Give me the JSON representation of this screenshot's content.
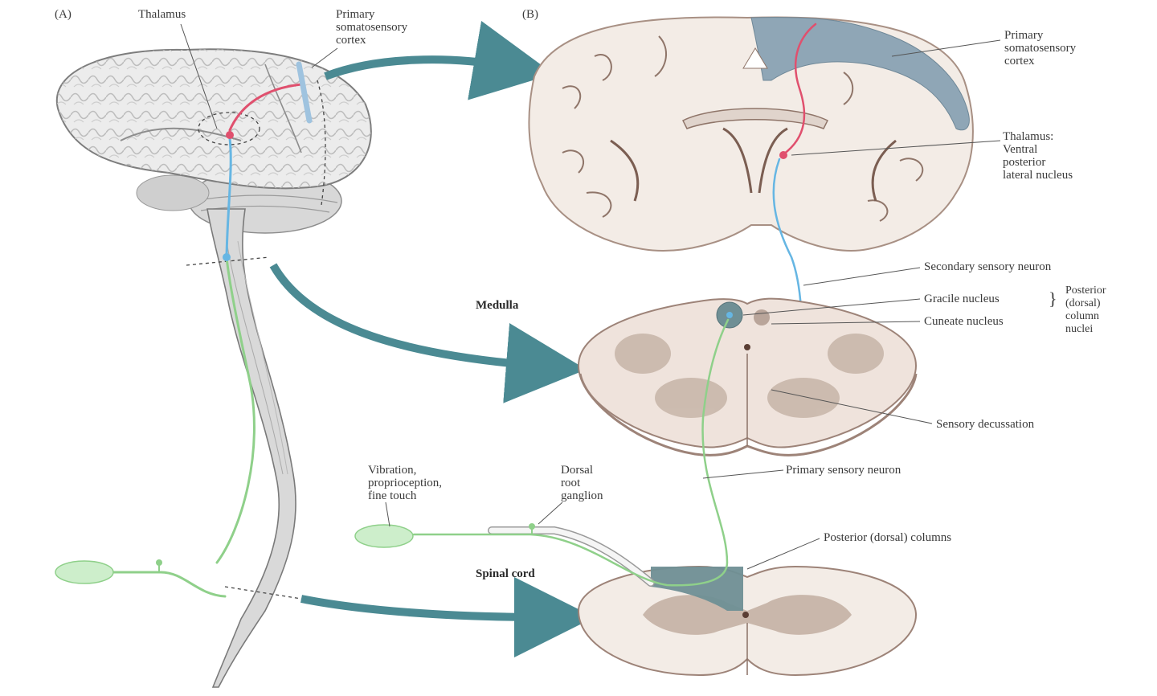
{
  "panels": {
    "a": "(A)",
    "b": "(B)"
  },
  "labels": {
    "thalamus": "Thalamus",
    "primary_cortex_a": "Primary\nsomatosensory\ncortex",
    "primary_cortex_b": "Primary\nsomatosensory\ncortex",
    "thalamus_vpl": "Thalamus:\nVentral\nposterior\nlateral nucleus",
    "secondary_neuron": "Secondary sensory neuron",
    "medulla": "Medulla",
    "gracile": "Gracile nucleus",
    "cuneate": "Cuneate nucleus",
    "column_nuclei": "Posterior\n(dorsal)\ncolumn\nnuclei",
    "decussation": "Sensory decussation",
    "primary_neuron": "Primary sensory neuron",
    "vibration": "Vibration,\nproprioception,\nfine touch",
    "drg": "Dorsal\nroot\nganglion",
    "posterior_columns": "Posterior (dorsal) columns",
    "spinal_cord": "Spinal cord"
  },
  "colors": {
    "arrow": "#4b8a93",
    "secondary_neuron": "#66b6e3",
    "tertiary_neuron": "#e0506e",
    "primary_neuron": "#8fd08a",
    "cortex_highlight": "#8fa6b6",
    "column_highlight": "#6f8f95",
    "tissue": "#efe7e1",
    "grey_matter": "#c9b7ab",
    "brain": "#ebebeb"
  }
}
